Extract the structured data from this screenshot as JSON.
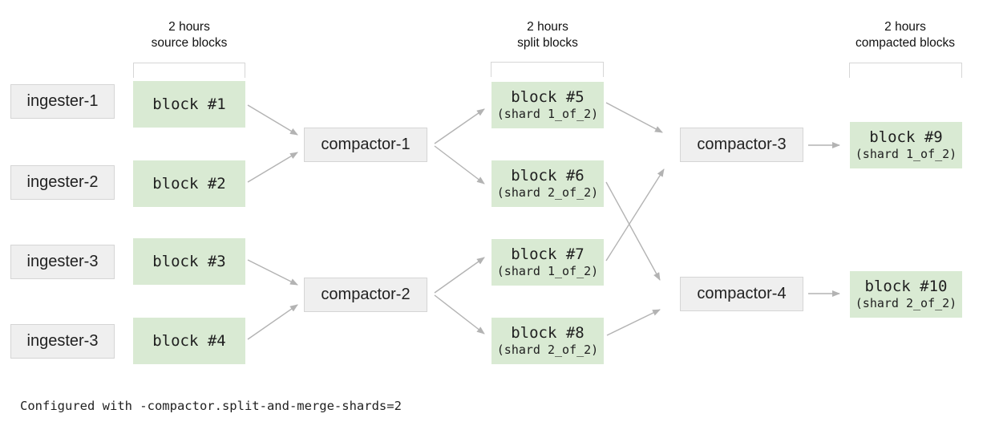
{
  "columns": {
    "source": {
      "header": [
        "2 hours",
        "source blocks"
      ]
    },
    "split": {
      "header": [
        "2 hours",
        "split blocks"
      ]
    },
    "compacted": {
      "header": [
        "2 hours",
        "compacted blocks"
      ]
    }
  },
  "ingesters": [
    {
      "label": "ingester-1"
    },
    {
      "label": "ingester-2"
    },
    {
      "label": "ingester-3"
    },
    {
      "label": "ingester-3"
    }
  ],
  "source_blocks": [
    {
      "label": "block #1"
    },
    {
      "label": "block #2"
    },
    {
      "label": "block #3"
    },
    {
      "label": "block #4"
    }
  ],
  "stage1_compactors": [
    {
      "label": "compactor-1"
    },
    {
      "label": "compactor-2"
    }
  ],
  "split_blocks": [
    {
      "label": "block #5",
      "shard": "(shard 1_of_2)"
    },
    {
      "label": "block #6",
      "shard": "(shard 2_of_2)"
    },
    {
      "label": "block #7",
      "shard": "(shard 1_of_2)"
    },
    {
      "label": "block #8",
      "shard": "(shard 2_of_2)"
    }
  ],
  "stage2_compactors": [
    {
      "label": "compactor-3"
    },
    {
      "label": "compactor-4"
    }
  ],
  "compacted_blocks": [
    {
      "label": "block #9",
      "shard": "(shard 1_of_2)"
    },
    {
      "label": "block #10",
      "shard": "(shard 2_of_2)"
    }
  ],
  "edges": [
    {
      "from": "block #1",
      "to": "compactor-1"
    },
    {
      "from": "block #2",
      "to": "compactor-1"
    },
    {
      "from": "compactor-1",
      "to": "block #5"
    },
    {
      "from": "compactor-1",
      "to": "block #6"
    },
    {
      "from": "block #3",
      "to": "compactor-2"
    },
    {
      "from": "block #4",
      "to": "compactor-2"
    },
    {
      "from": "compactor-2",
      "to": "block #7"
    },
    {
      "from": "compactor-2",
      "to": "block #8"
    },
    {
      "from": "block #5",
      "to": "compactor-3"
    },
    {
      "from": "block #7",
      "to": "compactor-3"
    },
    {
      "from": "block #6",
      "to": "compactor-4"
    },
    {
      "from": "block #8",
      "to": "compactor-4"
    },
    {
      "from": "compactor-3",
      "to": "block #9"
    },
    {
      "from": "compactor-4",
      "to": "block #10"
    }
  ],
  "caption": "Configured with -compactor.split-and-merge-shards=2",
  "colors": {
    "block_green": "#d9ead3",
    "box_gray": "#efefef",
    "box_border": "#d5d5d5",
    "bracket_gray": "#d6d6d6",
    "arrow_gray": "#b3b3b3"
  }
}
